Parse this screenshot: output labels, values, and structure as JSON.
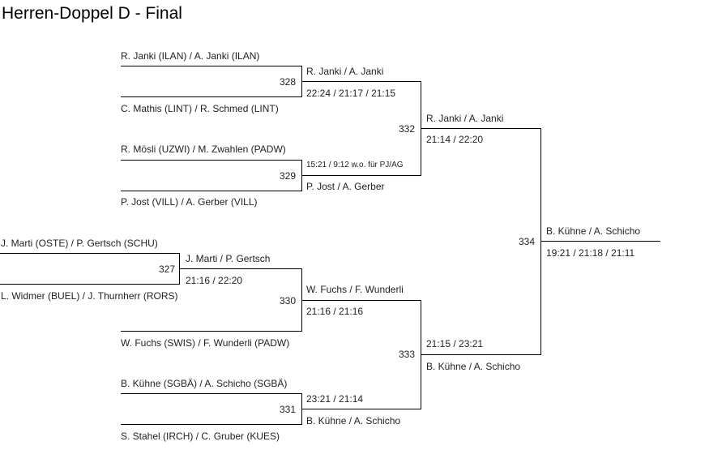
{
  "title": "Herren-Doppel D - Final",
  "round1": [
    {
      "match": "327",
      "top": "J. Marti (OSTE) / P. Gertsch (SCHU)",
      "bottom": "L. Widmer (BUEL) / J. Thurnherr (RORS)",
      "winner": "J. Marti / P. Gertsch",
      "score": "21:16 / 22:20"
    }
  ],
  "round2": [
    {
      "match": "328",
      "top": "R. Janki (ILAN) / A. Janki (ILAN)",
      "bottom": "C. Mathis (LINT) / R. Schmed (LINT)",
      "winner": "R. Janki / A. Janki",
      "score": "22:24 / 21:17 / 21:15"
    },
    {
      "match": "329",
      "top": "R. Mösli (UZWI) / M. Zwahlen (PADW)",
      "bottom": "P. Jost (VILL) / A. Gerber (VILL)",
      "winner": "P. Jost / A. Gerber",
      "score": "15:21 / 9:12 w.o. für PJ/AG"
    },
    {
      "match": "330",
      "bottom": "W. Fuchs (SWIS) / F. Wunderli (PADW)",
      "winner": "W. Fuchs / F. Wunderli",
      "score": "21:16 / 21:16"
    },
    {
      "match": "331",
      "top": "B. Kühne (SGBÄ) / A. Schicho (SGBÄ)",
      "bottom": "S. Stahel (IRCH) / C. Gruber (KUES)",
      "winner": "B. Kühne / A. Schicho",
      "score": "23:21 / 21:14"
    }
  ],
  "semis": [
    {
      "match": "332",
      "winner": "R. Janki / A. Janki",
      "score": "21:14 / 22:20"
    },
    {
      "match": "333",
      "winner": "B. Kühne / A. Schicho",
      "score": "21:15 / 23:21"
    }
  ],
  "final": {
    "match": "334",
    "winner": "B. Kühne / A. Schicho",
    "score": "19:21 / 21:18 / 21:11"
  }
}
